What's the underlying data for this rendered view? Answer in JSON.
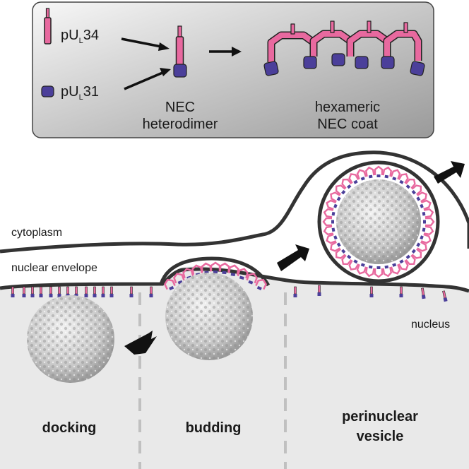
{
  "legend": {
    "pul34_prefix": "pU",
    "pul34_sub": "L",
    "pul34_suffix": "34",
    "pul31_prefix": "pU",
    "pul31_sub": "L",
    "pul31_suffix": "31",
    "heterodimer_line1": "NEC",
    "heterodimer_line2": "heterodimer",
    "coat_line1": "hexameric",
    "coat_line2": "NEC coat"
  },
  "regions": {
    "cytoplasm": "cytoplasm",
    "nuclear_envelope": "nuclear envelope",
    "nucleus": "nucleus"
  },
  "stages": {
    "docking": "docking",
    "budding": "budding",
    "perinuclear_line1": "perinuclear",
    "perinuclear_line2": "vesicle"
  },
  "colors": {
    "pul34_pink": "#e8699f",
    "pul31_purple": "#4b3f9a",
    "nucleus_fill": "#e9e9e9",
    "outline": "#333333",
    "capsid": "#cfcfcf"
  }
}
